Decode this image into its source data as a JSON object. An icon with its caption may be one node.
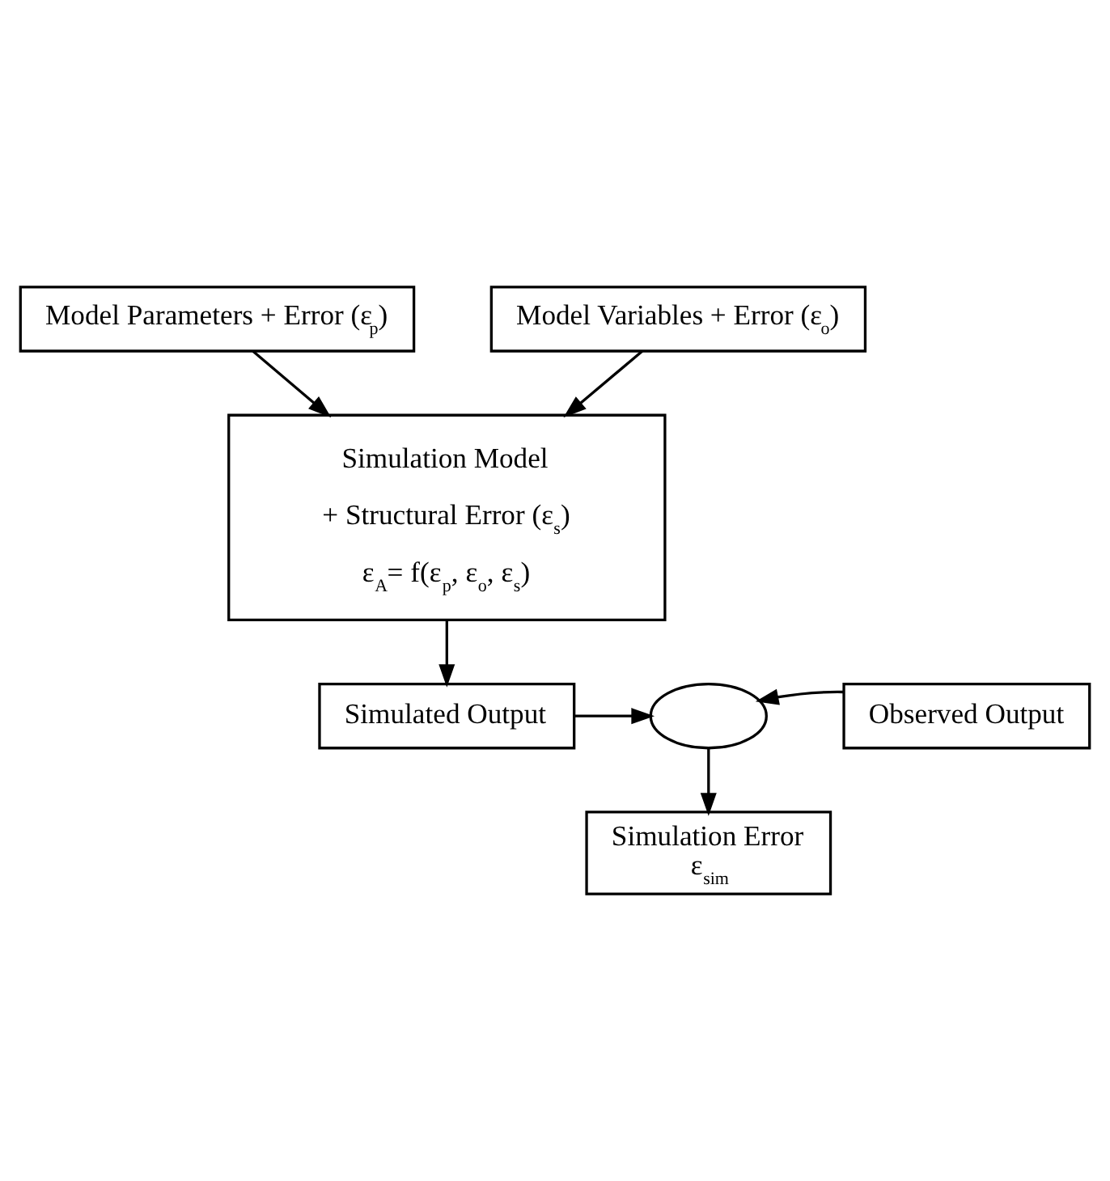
{
  "diagram": {
    "nodes": [
      {
        "text": [
          "Model Parameters + Error (ε$_{p}$)"
        ]
      },
      {
        "text": [
          "Model Variables + Error (ε$_{o}$)"
        ]
      },
      {
        "text": [
          "Simulation Model",
          "+ Structural Error (ε$_{s}$)",
          "ε$_{A}$= f(ε$_{p}$, ε$_{o}$, ε$_{s}$)"
        ]
      },
      {
        "text": [
          "Simulated Output"
        ]
      },
      {
        "text": [],
        "shape": "ellipse"
      },
      {
        "text": [
          "Observed Output"
        ]
      },
      {
        "text": [
          "Simulation Error",
          "ε$_{sim}$"
        ]
      }
    ],
    "edges": [
      {
        "from": 0,
        "to": 2,
        "arrow": "to"
      },
      {
        "from": 1,
        "to": 2,
        "arrow": "to"
      },
      {
        "from": 2,
        "to": 3,
        "arrow": "to"
      },
      {
        "from": 3,
        "to": 4,
        "arrow": "to"
      },
      {
        "from": 5,
        "to": 4,
        "arrow": "to"
      },
      {
        "from": 4,
        "to": 6,
        "arrow": "to"
      }
    ]
  }
}
